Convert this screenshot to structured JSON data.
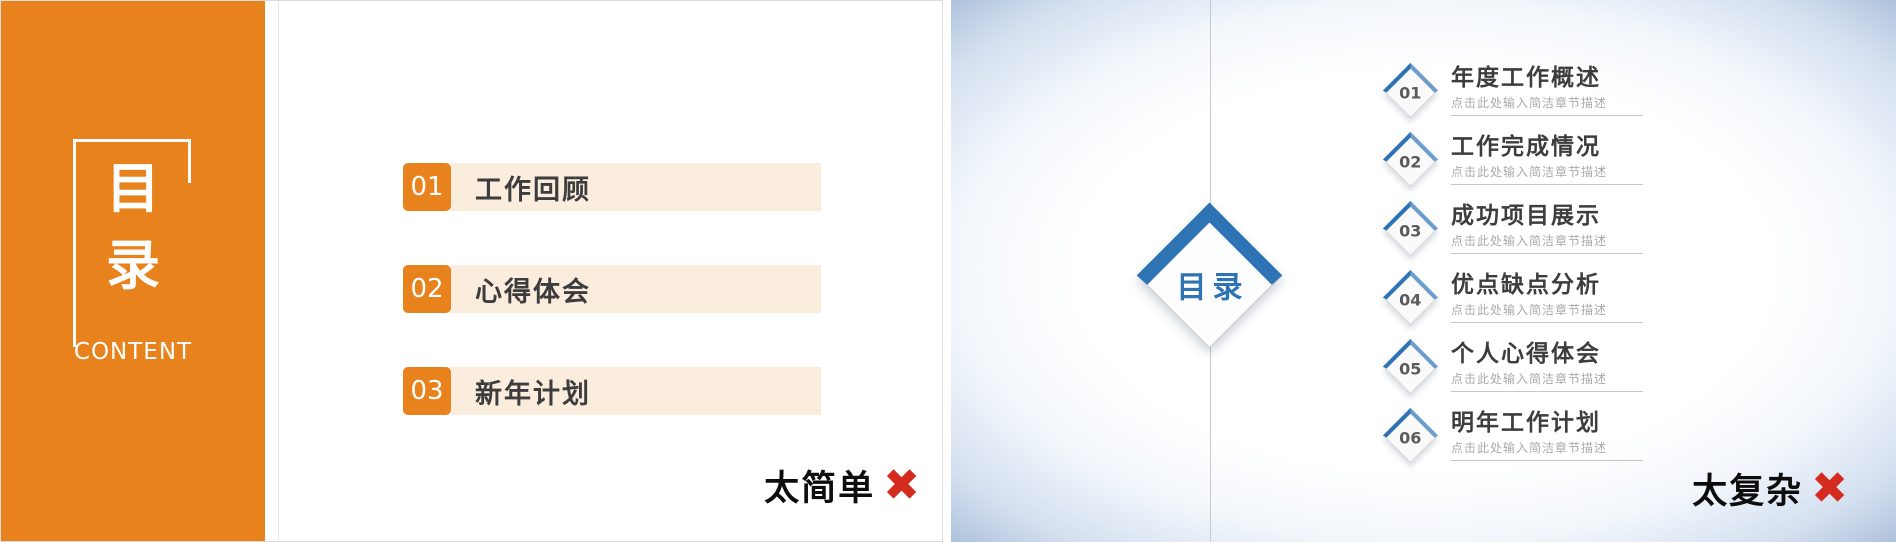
{
  "left_slide": {
    "sidebar": {
      "title_line1": "目",
      "title_line2": "录",
      "subtitle": "CONTENT"
    },
    "items": [
      {
        "num": "01",
        "label": "工作回顾"
      },
      {
        "num": "02",
        "label": "心得体会"
      },
      {
        "num": "03",
        "label": "新年计划"
      }
    ],
    "verdict": {
      "text": "太简单",
      "mark": "✖"
    }
  },
  "right_slide": {
    "diamond_label": "目录",
    "items": [
      {
        "num": "01",
        "title": "年度工作概述",
        "desc": "点击此处输入简洁章节描述"
      },
      {
        "num": "02",
        "title": "工作完成情况",
        "desc": "点击此处输入简洁章节描述"
      },
      {
        "num": "03",
        "title": "成功项目展示",
        "desc": "点击此处输入简洁章节描述"
      },
      {
        "num": "04",
        "title": "优点缺点分析",
        "desc": "点击此处输入简洁章节描述"
      },
      {
        "num": "05",
        "title": "个人心得体会",
        "desc": "点击此处输入简洁章节描述"
      },
      {
        "num": "06",
        "title": "明年工作计划",
        "desc": "点击此处输入简洁章节描述"
      }
    ],
    "verdict": {
      "text": "太复杂",
      "mark": "✖"
    }
  },
  "colors": {
    "orange": "#E8821C",
    "peach": "#FBEDDE",
    "blue": "#2E74B5",
    "blue_light": "#6C9DCD",
    "red_x": "#D52B1E"
  }
}
